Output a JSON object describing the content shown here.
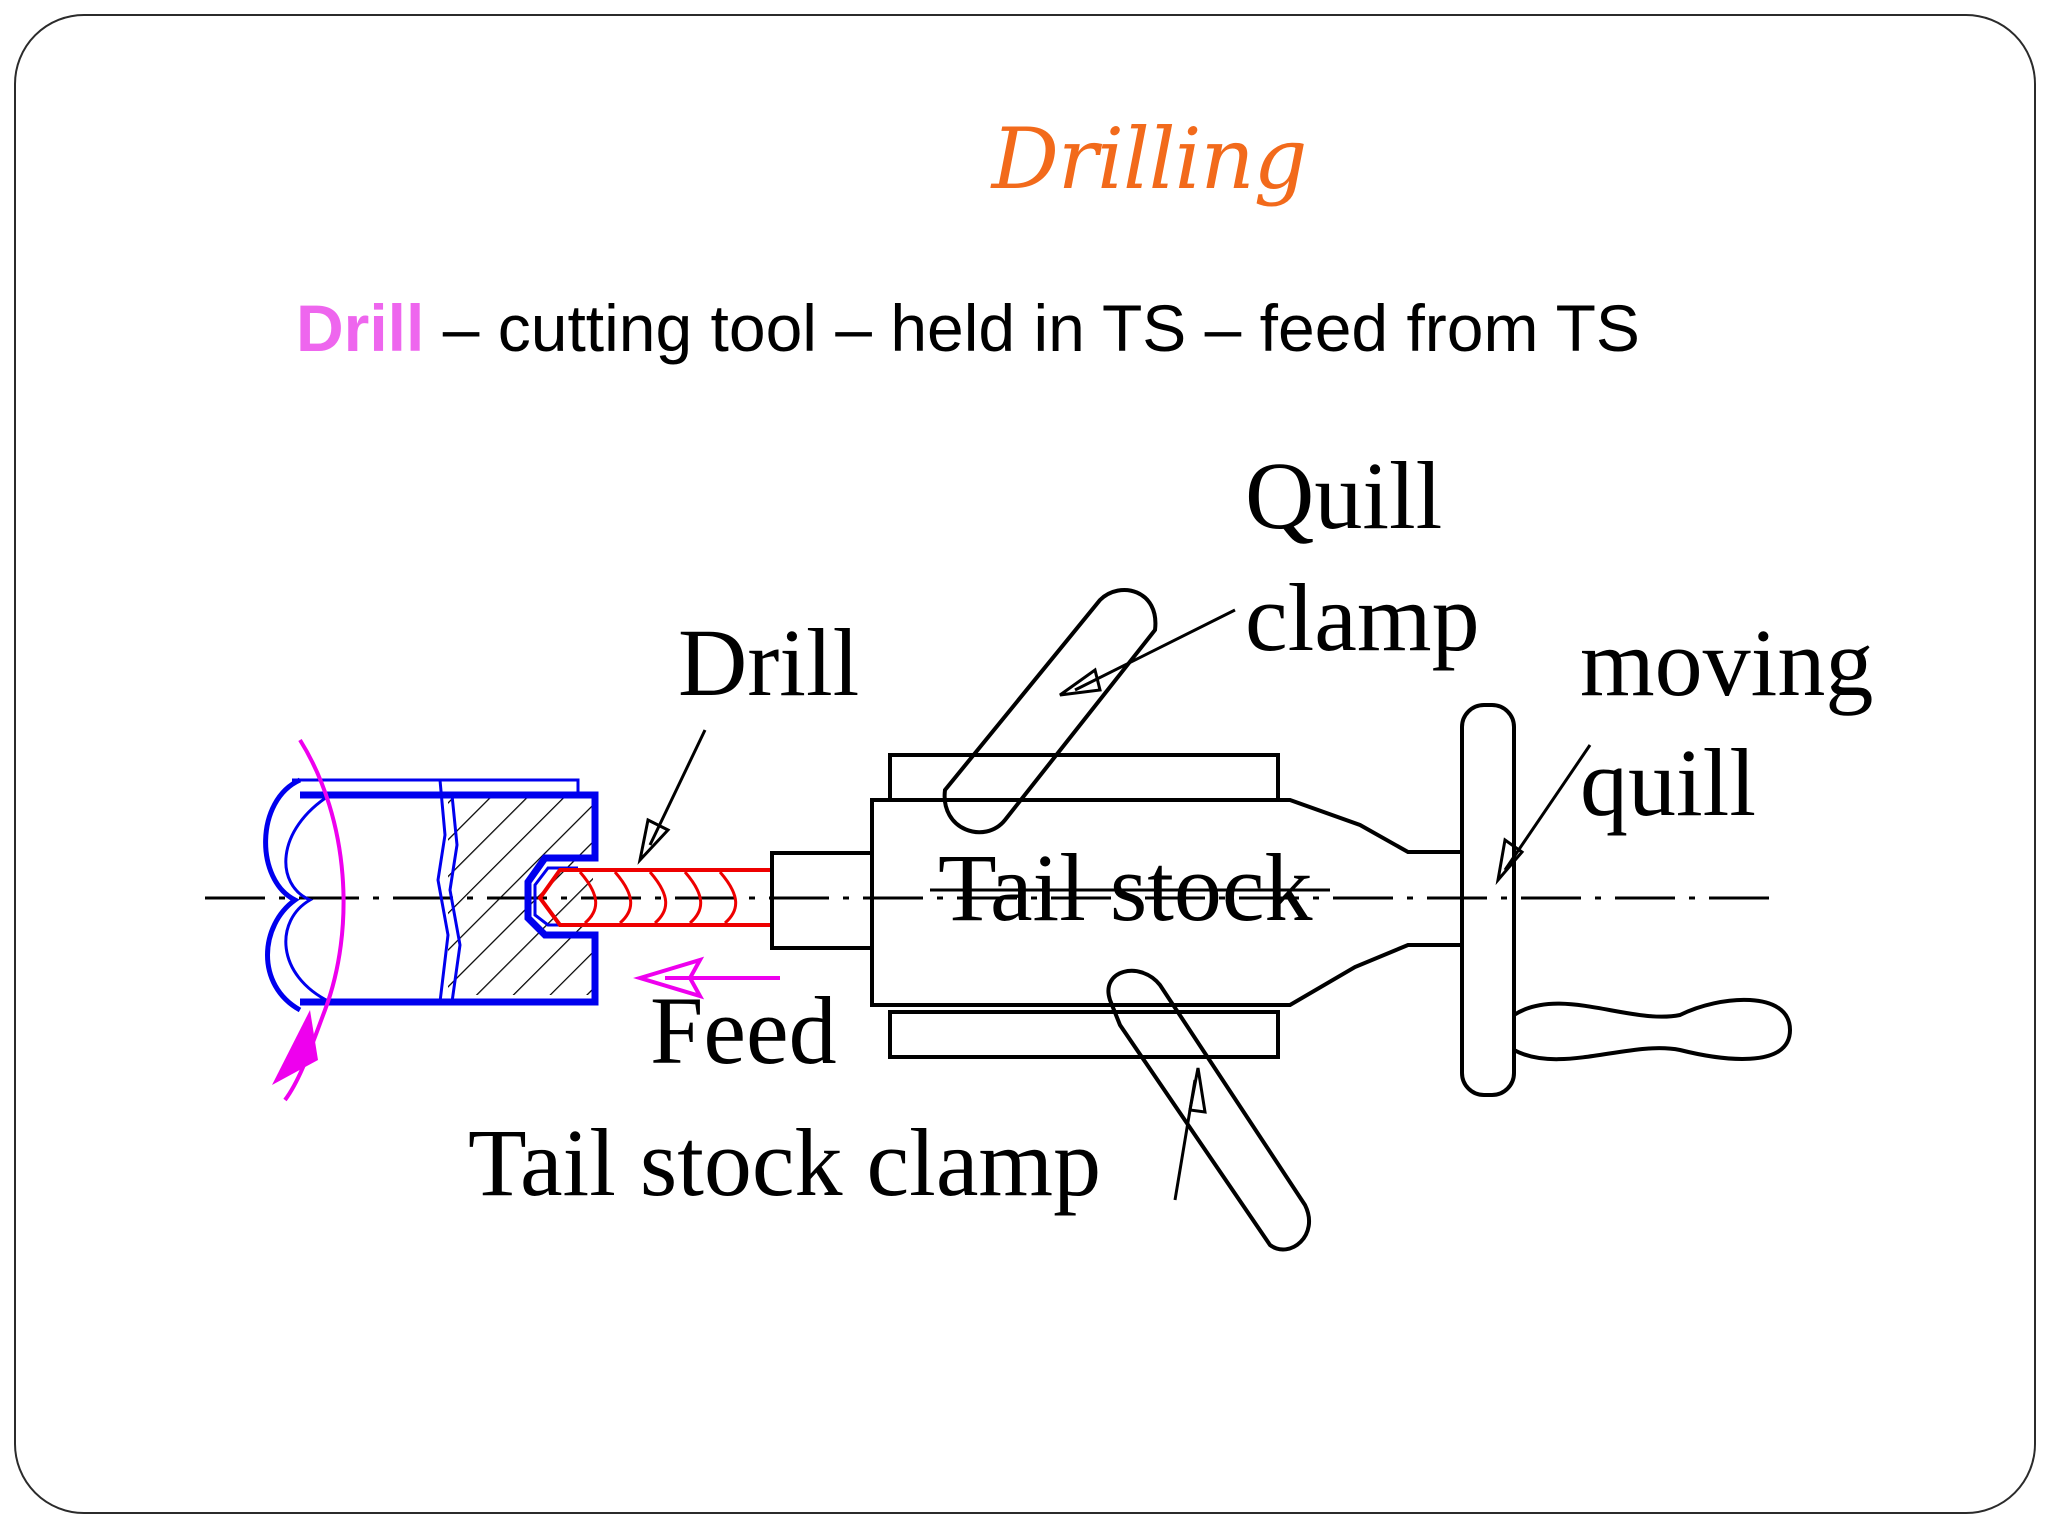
{
  "slide": {
    "title": "Drilling",
    "subtitle": {
      "highlight": "Drill",
      "rest": " – cutting tool – held in TS – feed from TS"
    }
  },
  "diagram": {
    "labels": {
      "quill": "Quill",
      "clamp": "clamp",
      "drill": "Drill",
      "moving": "moving",
      "quill2": "quill",
      "tail_stock": "Tail stock",
      "feed": "Feed",
      "tail_stock_clamp": "Tail stock clamp"
    }
  },
  "colors": {
    "title": "#f26a1b",
    "highlight": "#ee66ee",
    "workpiece": "#0000ee",
    "drill": "#ee0000",
    "arrow": "#ee00ee"
  }
}
